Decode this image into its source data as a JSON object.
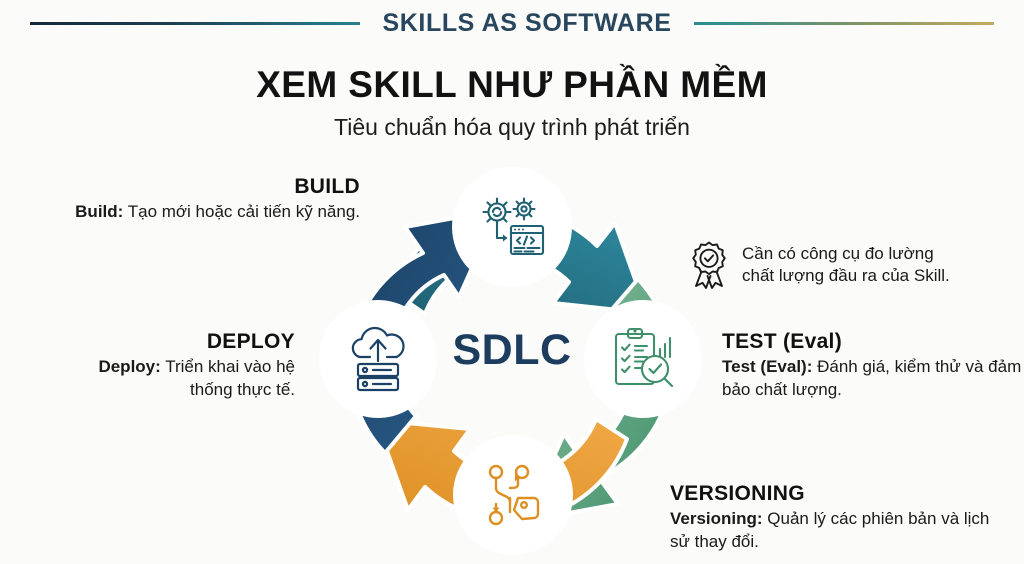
{
  "header": {
    "eyebrow_title": "SKILLS AS SOFTWARE",
    "rule_left_colors": [
      "#16293c",
      "#2a7f8c"
    ],
    "rule_right_colors": [
      "#2a8c92",
      "#c3ab62"
    ]
  },
  "titles": {
    "main": "XEM SKILL NHƯ PHẦN MỀM",
    "sub": "Tiêu chuẩn hóa quy trình phát triển"
  },
  "diagram": {
    "center_label": "SDLC",
    "center_label_color": "#1c3d5e",
    "stages": [
      {
        "id": "build",
        "position": "top",
        "heading": "BUILD",
        "body_lead": "Build:",
        "body_text": " Tạo mới hoặc cải tiến kỹ năng.",
        "color": "#2a7f93",
        "color_dark": "#1f6073",
        "icon": "gears-code-icon"
      },
      {
        "id": "test",
        "position": "right",
        "heading": "TEST (Eval)",
        "body_lead": "Test (Eval):",
        "body_text": " Đánh giá, kiểm thử và đảm bảo chất lượng.",
        "color": "#6aab83",
        "color_dark": "#3f8f6a",
        "icon": "clipboard-check-magnifier-icon"
      },
      {
        "id": "versioning",
        "position": "bottom",
        "heading": "VERSIONING",
        "body_lead": "Versioning:",
        "body_text": " Quản lý các phiên bản và lịch sử thay đổi.",
        "color": "#eda13c",
        "color_dark": "#dd8f23",
        "icon": "git-branch-tag-icon"
      },
      {
        "id": "deploy",
        "position": "left",
        "heading": "DEPLOY",
        "body_lead": "Deploy:",
        "body_text": " Triển khai vào hệ thống thực tế.",
        "color": "#23537c",
        "color_dark": "#1b4166",
        "icon": "cloud-upload-server-icon"
      }
    ]
  },
  "note": {
    "icon": "award-badge-check-icon",
    "line1": "Cần có công cụ đo lường",
    "line2": "chất lượng đầu ra của Skill."
  }
}
